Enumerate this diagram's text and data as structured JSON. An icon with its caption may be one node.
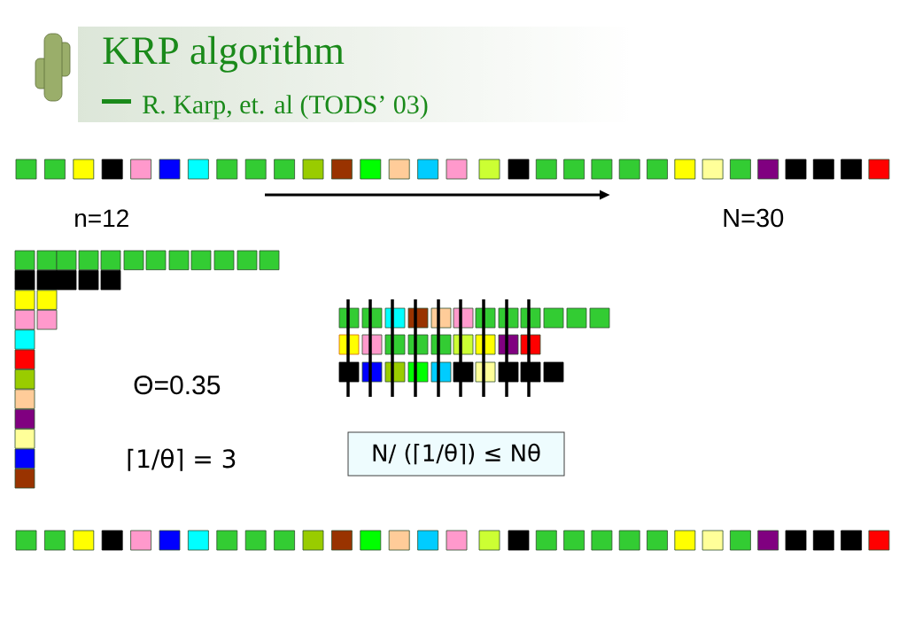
{
  "diagram": {
    "title": "KRP algorithm",
    "nodes": [
      {
        "text": [
          "N/ (⌈1/θ⌉) ≤ Nθ"
        ]
      }
    ],
    "labels": [
      "R. Karp, et. al (TODS’ 03)",
      "n=12",
      "N=30",
      "Θ=0.35",
      "⌈1/θ⌉ = 3"
    ]
  }
}
